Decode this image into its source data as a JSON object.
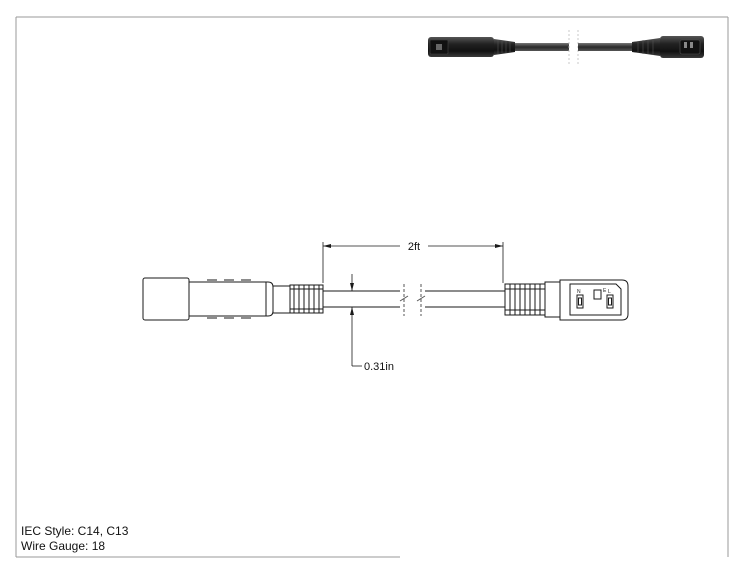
{
  "dimensions": {
    "length_label": "2ft",
    "diameter_label": "0.31in"
  },
  "receptacle_labels": {
    "neutral": "N",
    "earth": "E",
    "line": "L"
  },
  "specs": {
    "iec_style": "IEC Style: C14, C13",
    "wire_gauge": "Wire Gauge: 18"
  },
  "colors": {
    "line": "#1a1a1a",
    "border": "#9a9a9a",
    "photo_body": "#2b2b2b"
  }
}
